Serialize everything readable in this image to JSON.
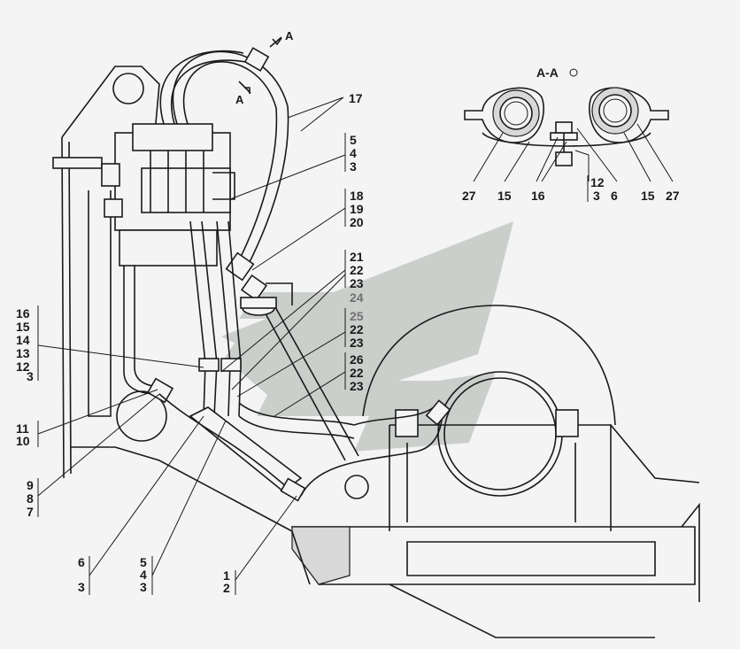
{
  "section": {
    "label": "A-A",
    "marker_top": "A",
    "marker_bottom": "A"
  },
  "callouts": {
    "c17": "17",
    "stack_5_4_3": [
      "5",
      "4",
      "3"
    ],
    "stack_18_19_20": [
      "18",
      "19",
      "20"
    ],
    "stack_21_22_23": [
      "21",
      "22",
      "23"
    ],
    "stack_24": [
      "24"
    ],
    "stack_25_22_23": [
      "25",
      "22",
      "23"
    ],
    "stack_26_22_23": [
      "26",
      "22",
      "23"
    ],
    "stack_left_16": [
      "16",
      "15",
      "14",
      "13",
      "12",
      "3"
    ],
    "stack_11_10": [
      "11",
      "10"
    ],
    "stack_9_8_7": [
      "9",
      "8",
      "7"
    ],
    "stack_bot_6_3": [
      "6",
      "3"
    ],
    "stack_bot_5_4_3": [
      "5",
      "4",
      "3"
    ],
    "stack_bot_1_2": [
      "1",
      "2"
    ]
  },
  "section_callouts": {
    "c27a": "27",
    "c15a": "15",
    "c16": "16",
    "stack_12_3": [
      "12",
      "3"
    ],
    "c6": "6",
    "c15b": "15",
    "c27b": "27"
  },
  "colors": {
    "line": "#1a1a1a",
    "background": "#f4f4f4",
    "watermark": "#9aa39a"
  }
}
